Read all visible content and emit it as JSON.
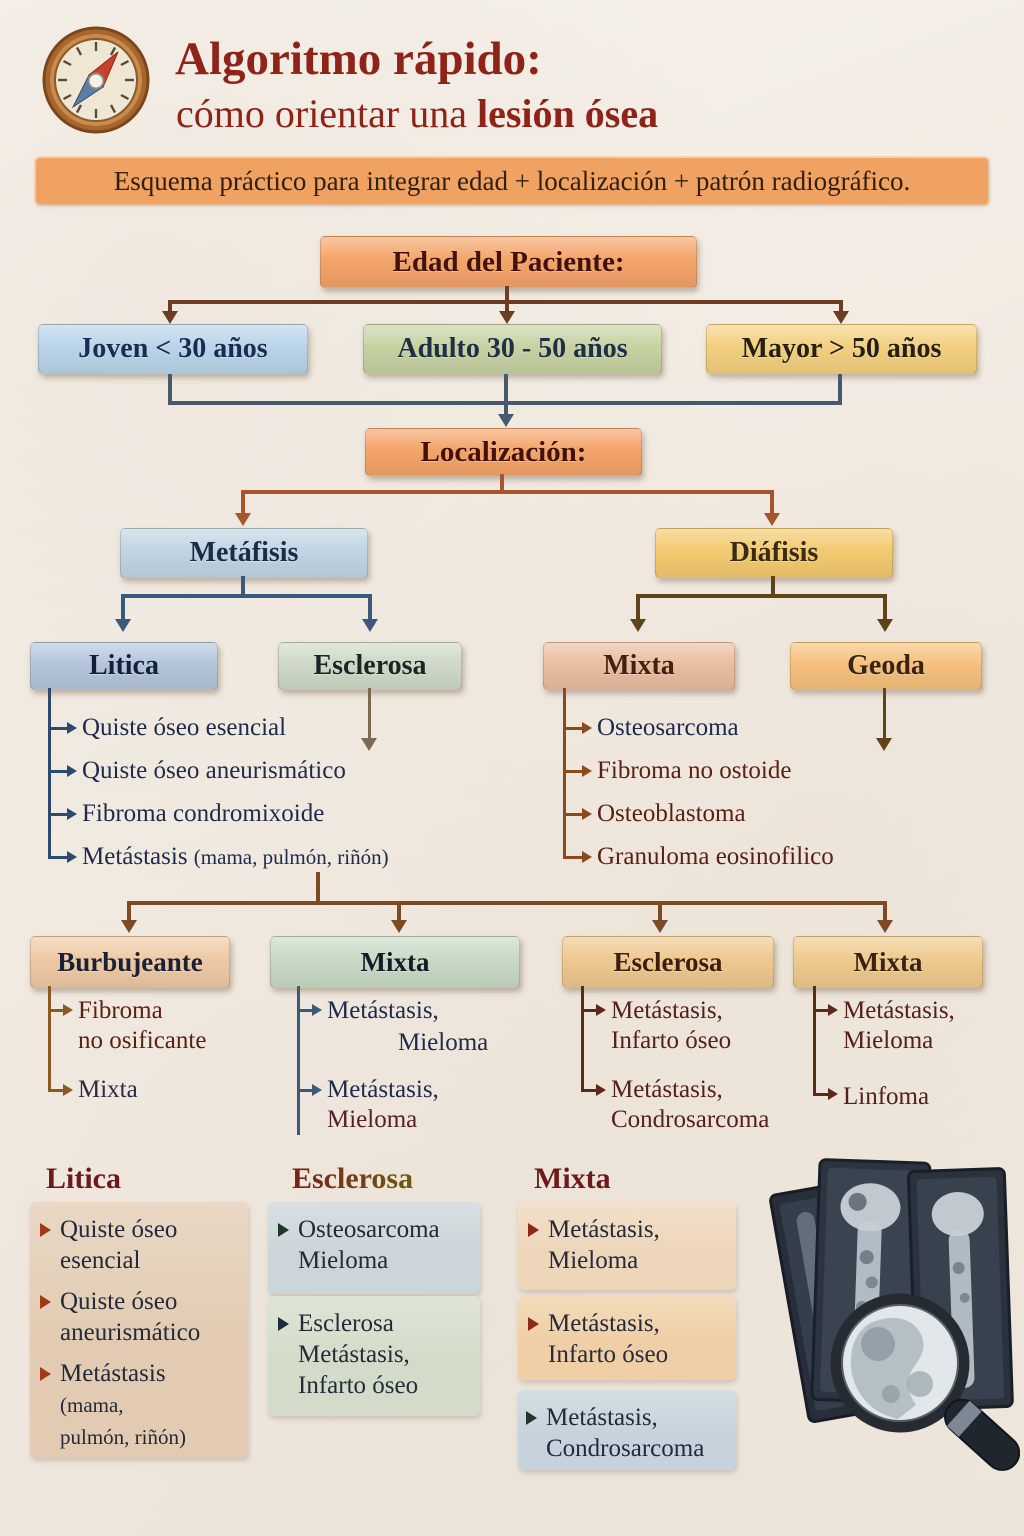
{
  "header": {
    "title_line1": "Algoritmo rápido:",
    "title_line2_regular": "cómo orientar una ",
    "title_line2_bold": "lesión ósea",
    "subtitle": "Esquema práctico para integrar edad + localización + patrón radiográfico."
  },
  "flow": {
    "edad_label": "Edad del Paciente:",
    "age_boxes": [
      "Joven < 30 años",
      "Adulto 30 - 50 años",
      "Mayor > 50 años"
    ],
    "localizacion_label": "Localización:",
    "site_boxes": [
      "Metáfisis",
      "Diáfisis"
    ],
    "row1_boxes": [
      "Litica",
      "Esclerosa",
      "Mixta",
      "Geoda"
    ],
    "litica_list": [
      {
        "text": "Quiste óseo esencial"
      },
      {
        "text": "Quiste óseo aneurismático"
      },
      {
        "text": "Fibroma condromixoide"
      },
      {
        "text": "Metástasis",
        "paren": "(mama, pulmón, riñón)"
      }
    ],
    "mixta_list": [
      "Osteosarcoma",
      "Fibroma no ostoide",
      "Osteoblastoma",
      "Granuloma eosinofilico"
    ],
    "row2_boxes": [
      "Burbujeante",
      "Mixta",
      "Esclerosa",
      "Mixta"
    ],
    "burbujeante_list": [
      {
        "l1": "Fibroma",
        "l2": "no osificante"
      },
      {
        "l1": "Mixta",
        "l2": ""
      }
    ],
    "mixta_row2_list": [
      {
        "l1": "Metástasis,",
        "l2": "Mieloma"
      },
      {
        "l1": "Metástasis,",
        "l2": "Mieloma"
      }
    ],
    "esclerosa_row2_list": [
      {
        "l1": "Metástasis,",
        "l2": "Infarto óseo"
      },
      {
        "l1": "Metástasis,",
        "l2": "Condrosarcoma"
      }
    ],
    "mixta2_row2_list": [
      {
        "l1": "Metástasis,",
        "l2": "Mieloma"
      },
      {
        "l1": "Linfoma",
        "l2": ""
      }
    ]
  },
  "bottom": {
    "litica": {
      "heading": "Litica",
      "items": [
        {
          "l1": "Quiste óseo",
          "l2": "esencial"
        },
        {
          "l1": "Quiste óseo",
          "l2": "aneurismático"
        },
        {
          "l1": "Metástasis",
          "l2": "(mama,",
          "l3": "pulmón, riñón)"
        }
      ]
    },
    "esclerosa": {
      "heading": "Esclerosa",
      "panel1": {
        "l1": "Osteosarcoma",
        "l2": "Mieloma"
      },
      "panel2": {
        "l1": "Esclerosa",
        "l2": "Metástasis,",
        "l3": "Infarto óseo"
      }
    },
    "mixta": {
      "heading": "Mixta",
      "panels": [
        {
          "l1": "Metástasis,",
          "l2": "Mieloma"
        },
        {
          "l1": "Metástasis,",
          "l2": "Infarto óseo"
        },
        {
          "l1": "Metástasis,",
          "l2": "Condrosarcoma"
        }
      ]
    }
  },
  "colors": {
    "title_red": "#8e2318",
    "banner_orange": "#f0a263",
    "node_orange": "#f4a469",
    "age_blue": "#b9d4e9",
    "age_green": "#c6d2a2",
    "age_yellow": "#f3d07f",
    "metafisis_blue": "#c0d5e3",
    "diafisis_yellow": "#f3ca70",
    "litica_blue": "#b4c6db",
    "esclerosa_green": "#cfd9c6",
    "mixta_salmon": "#eabda0",
    "geoda_orange": "#f5c17c",
    "burbujeante_peach": "#eec9a4",
    "mixta2_green": "#c8dac5",
    "esclerosa3_tan": "#eec88f",
    "mixta4_yellow": "#eeca8d",
    "connector_brown": "#6e3c20",
    "connector_slate": "#48596b",
    "connector_rust": "#a8542c",
    "connector_steel": "#3a5a7d",
    "bracket_navy": "#2c4a70",
    "text_navy": "#1e2a4c",
    "text_maroon": "#5a2113"
  }
}
